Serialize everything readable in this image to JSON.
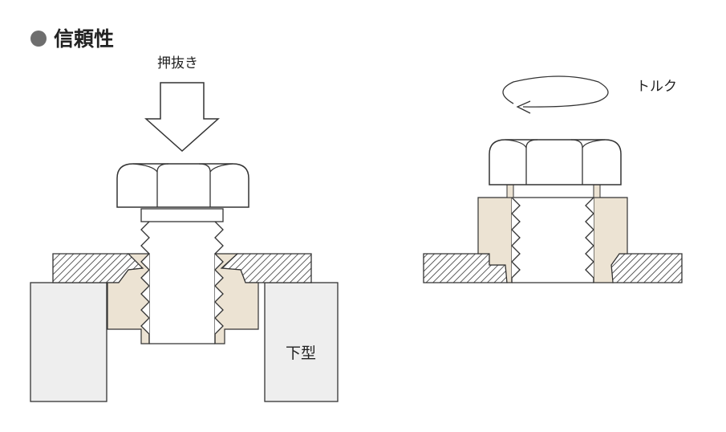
{
  "title": "信頼性",
  "labels": {
    "press_out": "押抜き",
    "torque": "トルク",
    "lower_die": "下型"
  },
  "colors": {
    "bullet": "#6e6e6e",
    "insert_fill": "#ece3d3",
    "die_fill": "#eeeeee",
    "outline": "#333333",
    "hatch": "#333333"
  }
}
